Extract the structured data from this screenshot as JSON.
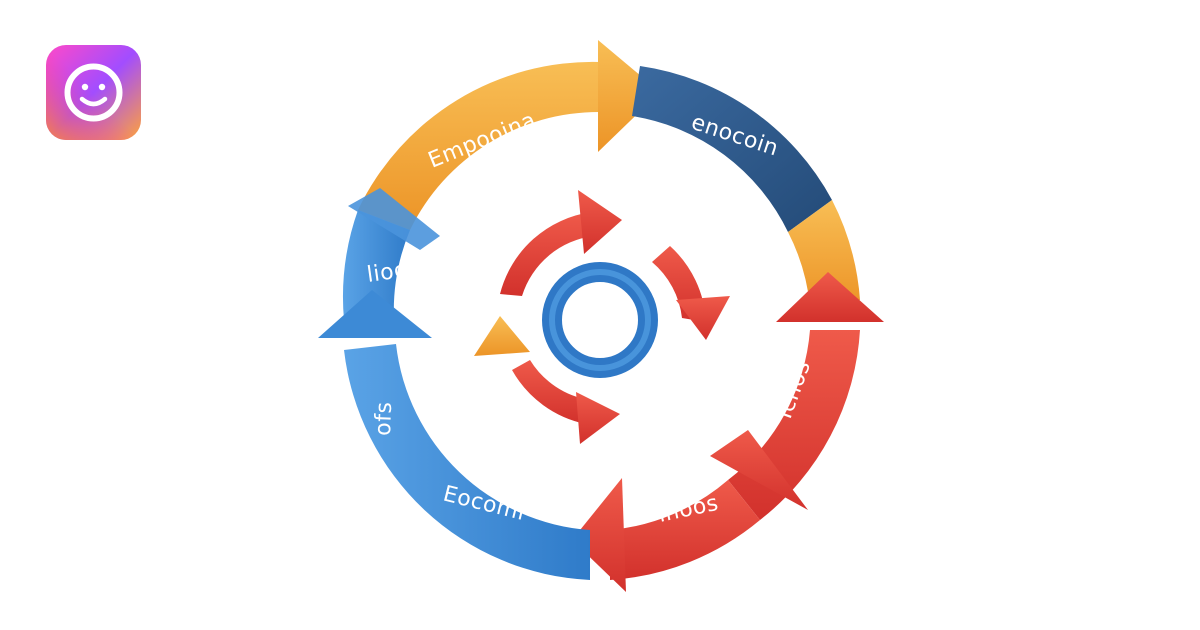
{
  "app_icon": {
    "icon": "smiley-face-icon",
    "gradient": [
      "#ff3fa4",
      "#9b4dff",
      "#ff9a3c"
    ]
  },
  "cycle": {
    "segments": [
      {
        "label": "Empooina",
        "color": "#f3a73b"
      },
      {
        "label": "enocoin",
        "color": "#2f5c8f"
      },
      {
        "label": "Icnos",
        "color": "#e2443d"
      },
      {
        "label": "inoos",
        "color": "#e2443d"
      },
      {
        "label": "Eocomi",
        "color": "#3d8ad6"
      },
      {
        "label": "ofs",
        "color": "#3d8ad6"
      },
      {
        "label": "liog",
        "color": "#3d8ad6"
      }
    ],
    "colors": {
      "orange": "#f3a73b",
      "navy": "#2f5c8f",
      "red": "#e2443d",
      "blue": "#3d8ad6"
    }
  }
}
